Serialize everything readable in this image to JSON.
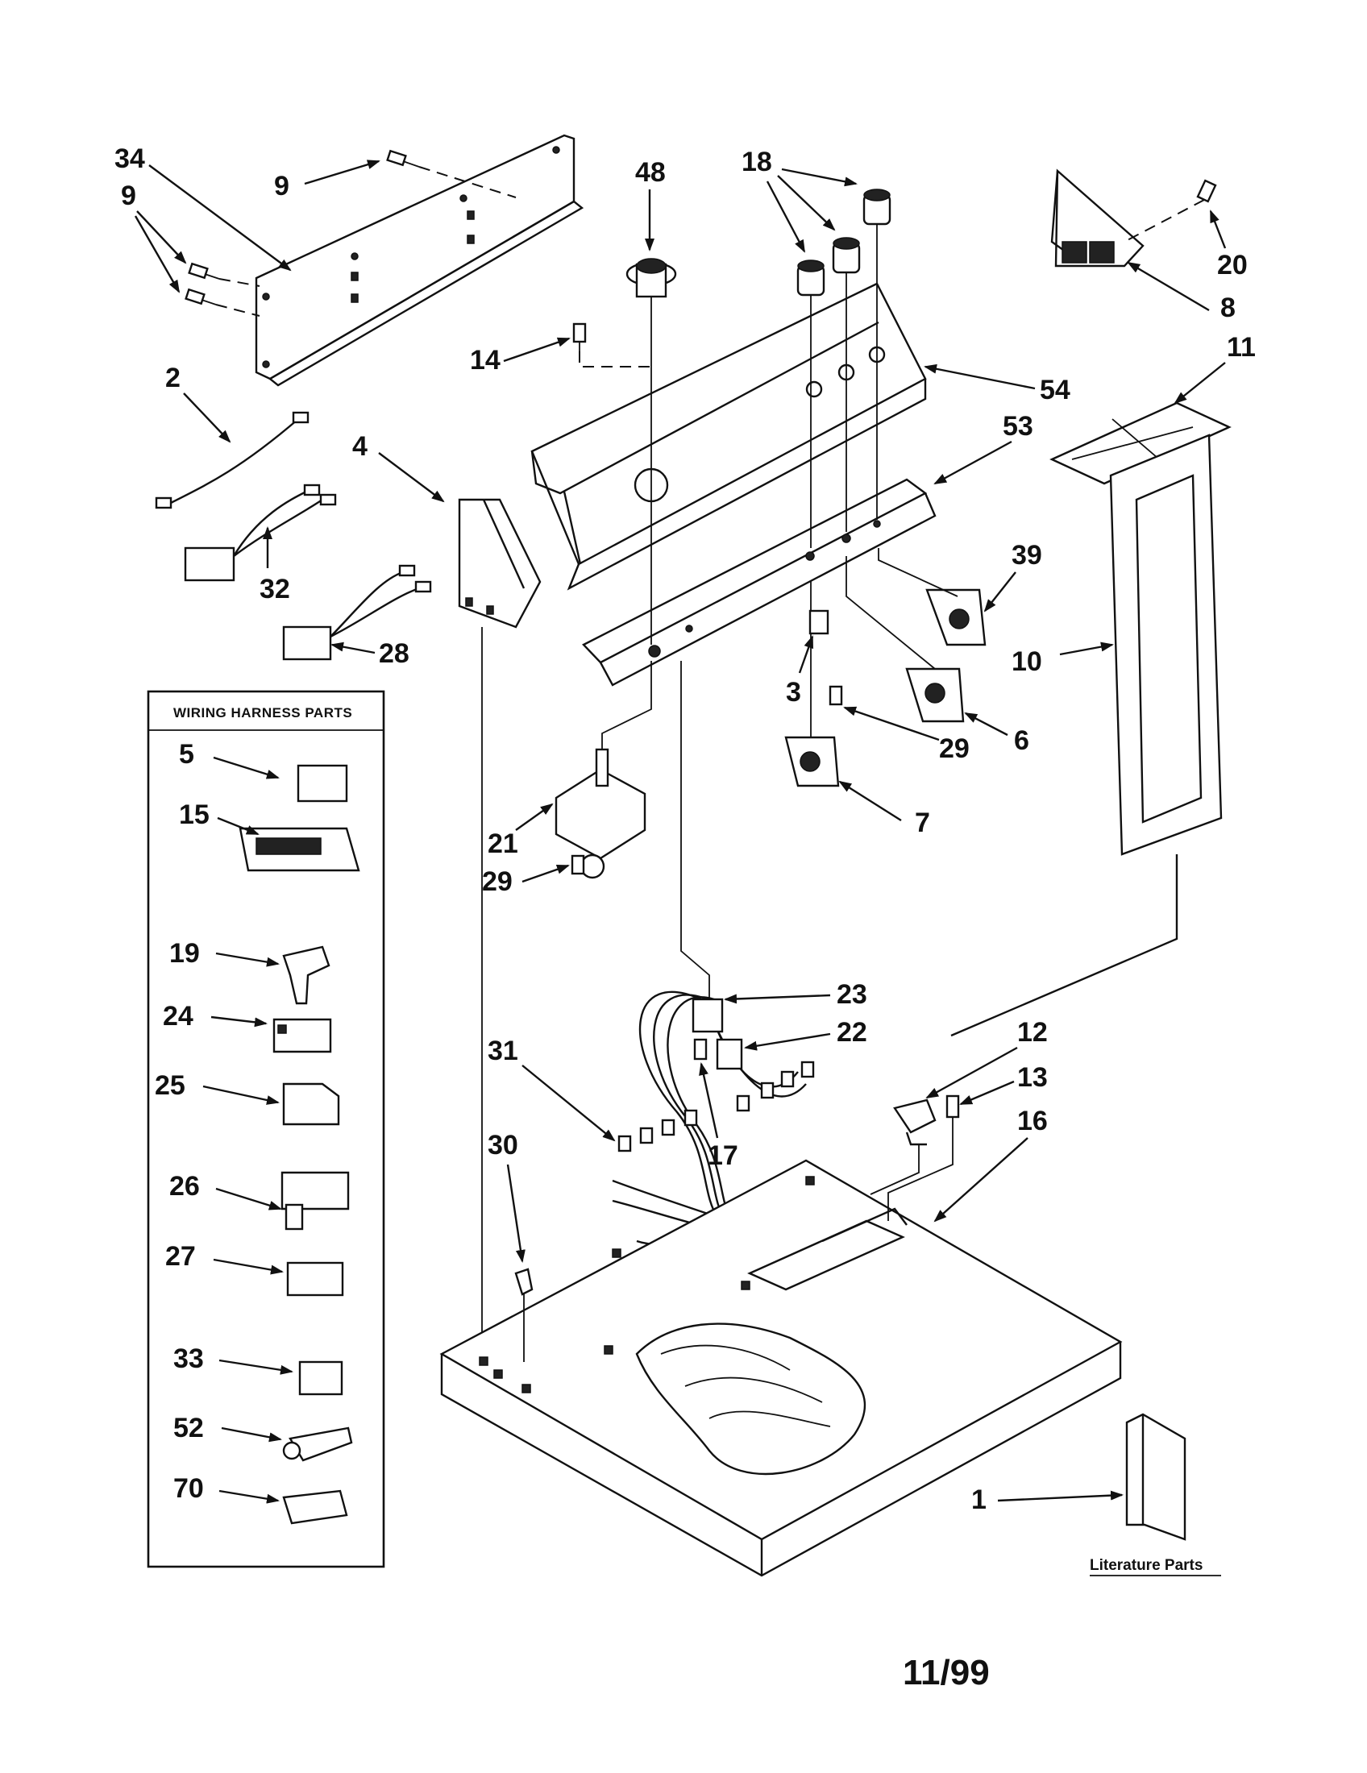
{
  "harness_panel": {
    "title": "WIRING HARNESS PARTS",
    "items": [
      "5",
      "15",
      "19",
      "24",
      "25",
      "26",
      "27",
      "33",
      "52",
      "70"
    ]
  },
  "literature": {
    "label": "Literature Parts",
    "part": "1"
  },
  "date_code": "11/99",
  "callouts": {
    "c34": "34",
    "c9a": "9",
    "c9b": "9",
    "c48": "48",
    "c18": "18",
    "c20": "20",
    "c8": "8",
    "c11": "11",
    "c54": "54",
    "c53": "53",
    "c14": "14",
    "c2": "2",
    "c4": "4",
    "c32": "32",
    "c28": "28",
    "c39": "39",
    "c10": "10",
    "c3": "3",
    "c29a": "29",
    "c6": "6",
    "c7": "7",
    "c21": "21",
    "c29b": "29",
    "c23": "23",
    "c22": "22",
    "c31": "31",
    "c12": "12",
    "c13": "13",
    "c16": "16",
    "c30": "30",
    "c17": "17"
  }
}
